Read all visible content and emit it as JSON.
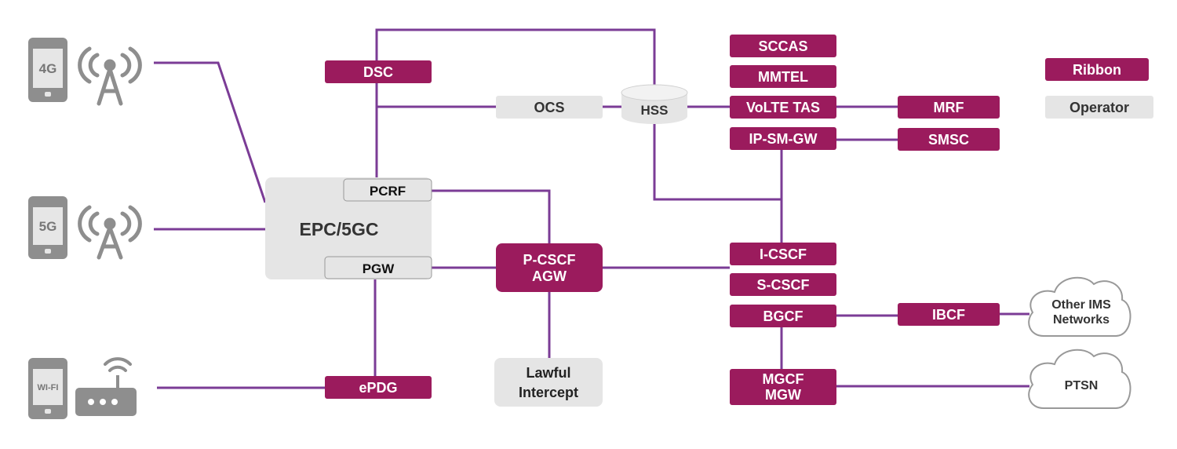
{
  "colors": {
    "ribbon": "#9b1b5d",
    "operator": "#e5e5e5",
    "line": "#7b3c96",
    "device": "#8e8e8e",
    "ribbon_text": "#ffffff",
    "operator_text": "#333333"
  },
  "devices": {
    "phone_4g": "4G",
    "phone_5g": "5G",
    "phone_wifi": "WI-FI"
  },
  "core": {
    "epc": "EPC/5GC",
    "pcrf": "PCRF",
    "pgw": "PGW"
  },
  "nodes": {
    "dsc": "DSC",
    "ocs": "OCS",
    "hss": "HSS",
    "pcscf_line1": "P-CSCF",
    "pcscf_line2": "AGW",
    "lawful_line1": "Lawful",
    "lawful_line2": "Intercept",
    "epdg": "ePDG",
    "sccas": "SCCAS",
    "mmtel": "MMTEL",
    "volte_tas": "VoLTE TAS",
    "ip_sm_gw": "IP-SM-GW",
    "mrf": "MRF",
    "smsc": "SMSC",
    "icscf": "I-CSCF",
    "scscf": "S-CSCF",
    "bgcf": "BGCF",
    "ibcf": "IBCF",
    "mgcf_line1": "MGCF",
    "mgcf_line2": "MGW",
    "other_ims_line1": "Other IMS",
    "other_ims_line2": "Networks",
    "ptsn": "PTSN"
  },
  "legend": {
    "ribbon": "Ribbon",
    "operator": "Operator"
  }
}
